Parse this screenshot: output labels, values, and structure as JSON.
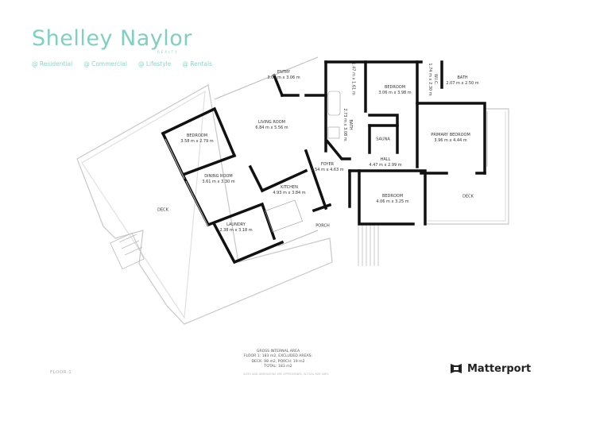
{
  "brand": {
    "name": "Shelley Naylor",
    "subtitle": "REALTY",
    "categories": [
      "@ Residential",
      "@ Commercial",
      "@ Lifestyle",
      "@ Rentals"
    ],
    "color": "#7fcfc3"
  },
  "rooms": {
    "entry": {
      "name": "ENTRY",
      "size": "3.05 m x 3.06 m"
    },
    "living": {
      "name": "LIVING ROOM",
      "size": "6.84 m x 5.56 m"
    },
    "bedroom_left": {
      "name": "BEDROOM",
      "size": "3.58 m x 2.79 m"
    },
    "dining": {
      "name": "DINING ROOM",
      "size": "3.61 m x 3.30 m"
    },
    "kitchen": {
      "name": "KITCHEN",
      "size": "4.93 m x 3.84 m"
    },
    "laundry": {
      "name": "LAUNDRY",
      "size": "2.38 m x 3.18 m"
    },
    "porch": {
      "name": "PORCH"
    },
    "deck_left": {
      "name": "DECK"
    },
    "foyer": {
      "name": "FOYER",
      "size": "2.54 m x 4.63 m"
    },
    "bath_main": {
      "name": "BATH",
      "size": "2.73 m x 3.08 m"
    },
    "toilet": {
      "size": "1.47 m x 1.61 m"
    },
    "bedroom_top": {
      "name": "BEDROOM",
      "size": "3.06 m x 3.98 m"
    },
    "sauna": {
      "name": "SAUNA"
    },
    "hall": {
      "name": "HALL",
      "size": "4.47 m x 2.99 m"
    },
    "wic": {
      "name": "W.I.C.",
      "size": "1.74 m x 2.30 m"
    },
    "ensuite": {
      "name": "BATH",
      "size": "2.07 m x 2.50 m"
    },
    "primary": {
      "name": "PRIMARY BEDROOM",
      "size": "3.96 m x 4.44 m"
    },
    "bedroom_bottom": {
      "name": "BEDROOM",
      "size": "4.06 m x 3.25 m"
    },
    "deck_right": {
      "name": "DECK"
    }
  },
  "summary": {
    "line1": "GROSS INTERNAL AREA",
    "line2": "FLOOR 1: 183 m2, EXCLUDED AREAS:",
    "line3": "DECK: 98 m2, PORCH: 19 m2",
    "line4": "TOTAL: 183 m2",
    "disclaimer": "SIZES AND DIMENSIONS ARE APPROXIMATE, ACTUAL MAY VARY."
  },
  "floor_label": "FLOOR 1",
  "matterport": {
    "name": "Matterport"
  }
}
